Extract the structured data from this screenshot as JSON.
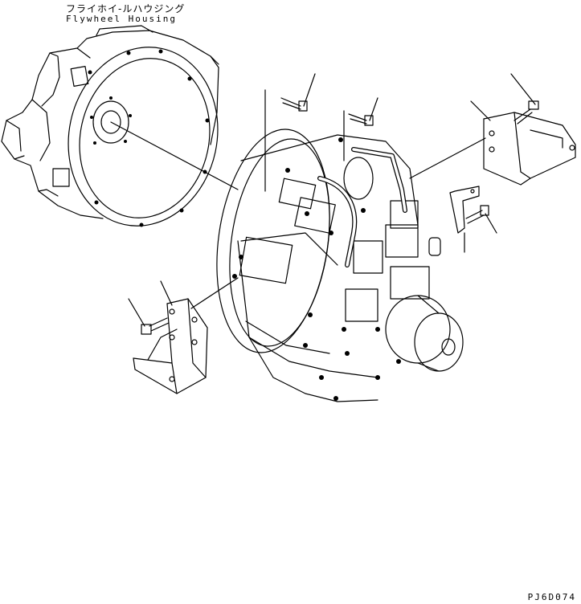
{
  "labels": {
    "flywheel_housing_jp": "フライホイ-ルハウジング",
    "flywheel_housing_en": "Flywheel Housing"
  },
  "drawing_code": "PJ6D074",
  "colors": {
    "line": "#000000",
    "background": "#ffffff"
  }
}
